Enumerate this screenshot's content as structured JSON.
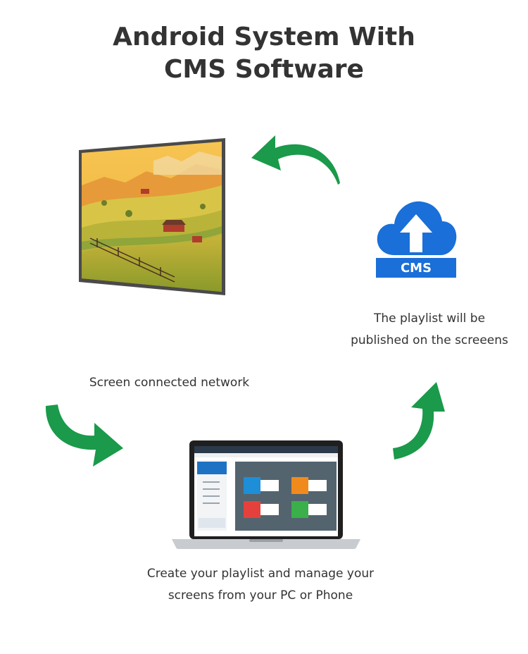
{
  "title": {
    "line1": "Android System With",
    "line2": "CMS Software"
  },
  "cms_icon": {
    "label": "CMS",
    "color": "#1a6fd8"
  },
  "arrow_color": "#1a9a4a",
  "captions": {
    "cms": {
      "line1": "The playlist will be",
      "line2": "published on the screeens"
    },
    "screen": "Screen connected network",
    "laptop": {
      "line1": "Create your playlist and manage your",
      "line2": "screens from your PC or Phone"
    }
  }
}
